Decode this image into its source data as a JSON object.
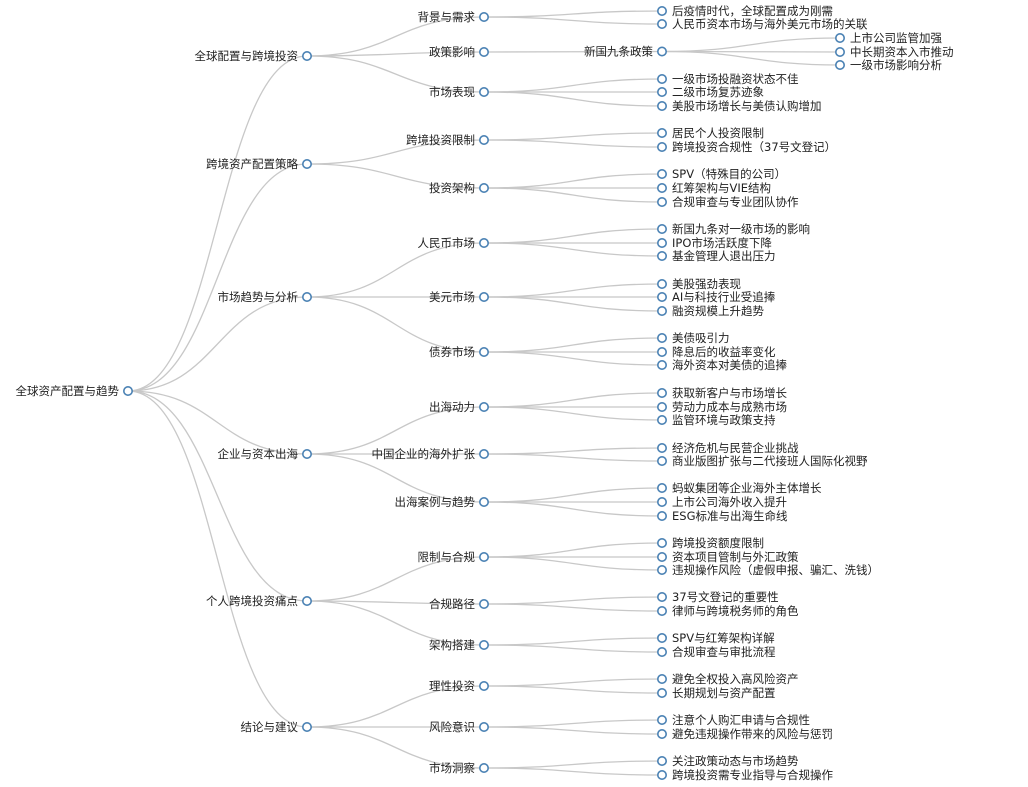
{
  "mindmap": {
    "root": {
      "label": "全球资产配置与趋势",
      "children": [
        {
          "label": "全球配置与跨境投资",
          "children": [
            {
              "label": "背景与需求",
              "children": [
                {
                  "label": "后疫情时代，全球配置成为刚需"
                },
                {
                  "label": "人民币资本市场与海外美元市场的关联"
                }
              ]
            },
            {
              "label": "政策影响",
              "children": [
                {
                  "label": "新国九条政策",
                  "children": [
                    {
                      "label": "上市公司监管加强"
                    },
                    {
                      "label": "中长期资本入市推动"
                    },
                    {
                      "label": "一级市场影响分析"
                    }
                  ]
                }
              ]
            },
            {
              "label": "市场表现",
              "children": [
                {
                  "label": "一级市场投融资状态不佳"
                },
                {
                  "label": "二级市场复苏迹象"
                },
                {
                  "label": "美股市场增长与美债认购增加"
                }
              ]
            }
          ]
        },
        {
          "label": "跨境资产配置策略",
          "children": [
            {
              "label": "跨境投资限制",
              "children": [
                {
                  "label": "居民个人投资限制"
                },
                {
                  "label": "跨境投资合规性（37号文登记）"
                }
              ]
            },
            {
              "label": "投资架构",
              "children": [
                {
                  "label": "SPV（特殊目的公司）"
                },
                {
                  "label": "红筹架构与VIE结构"
                },
                {
                  "label": "合规审查与专业团队协作"
                }
              ]
            }
          ]
        },
        {
          "label": "市场趋势与分析",
          "children": [
            {
              "label": "人民币市场",
              "children": [
                {
                  "label": "新国九条对一级市场的影响"
                },
                {
                  "label": "IPO市场活跃度下降"
                },
                {
                  "label": "基金管理人退出压力"
                }
              ]
            },
            {
              "label": "美元市场",
              "children": [
                {
                  "label": "美股强劲表现"
                },
                {
                  "label": "AI与科技行业受追捧"
                },
                {
                  "label": "融资规模上升趋势"
                }
              ]
            },
            {
              "label": "债券市场",
              "children": [
                {
                  "label": "美债吸引力"
                },
                {
                  "label": "降息后的收益率变化"
                },
                {
                  "label": "海外资本对美债的追捧"
                }
              ]
            }
          ]
        },
        {
          "label": "企业与资本出海",
          "children": [
            {
              "label": "出海动力",
              "children": [
                {
                  "label": "获取新客户与市场增长"
                },
                {
                  "label": "劳动力成本与成熟市场"
                },
                {
                  "label": "监管环境与政策支持"
                }
              ]
            },
            {
              "label": "中国企业的海外扩张",
              "children": [
                {
                  "label": "经济危机与民营企业挑战"
                },
                {
                  "label": "商业版图扩张与二代接班人国际化视野"
                }
              ]
            },
            {
              "label": "出海案例与趋势",
              "children": [
                {
                  "label": "蚂蚁集团等企业海外主体增长"
                },
                {
                  "label": "上市公司海外收入提升"
                },
                {
                  "label": "ESG标准与出海生命线"
                }
              ]
            }
          ]
        },
        {
          "label": "个人跨境投资痛点",
          "children": [
            {
              "label": "限制与合规",
              "children": [
                {
                  "label": "跨境投资额度限制"
                },
                {
                  "label": "资本项目管制与外汇政策"
                },
                {
                  "label": "违规操作风险（虚假申报、骗汇、洗钱）"
                }
              ]
            },
            {
              "label": "合规路径",
              "children": [
                {
                  "label": "37号文登记的重要性"
                },
                {
                  "label": "律师与跨境税务师的角色"
                }
              ]
            },
            {
              "label": "架构搭建",
              "children": [
                {
                  "label": "SPV与红筹架构详解"
                },
                {
                  "label": "合规审查与审批流程"
                }
              ]
            }
          ]
        },
        {
          "label": "结论与建议",
          "children": [
            {
              "label": "理性投资",
              "children": [
                {
                  "label": "避免全权投入高风险资产"
                },
                {
                  "label": "长期规划与资产配置"
                }
              ]
            },
            {
              "label": "风险意识",
              "children": [
                {
                  "label": "注意个人购汇申请与合规性"
                },
                {
                  "label": "避免违规操作带来的风险与惩罚"
                }
              ]
            },
            {
              "label": "市场洞察",
              "children": [
                {
                  "label": "关注政策动态与市场趋势"
                },
                {
                  "label": "跨境投资需专业指导与合规操作"
                }
              ]
            }
          ]
        }
      ]
    }
  },
  "colors": {
    "node_stroke": "#4b82b4",
    "link": "#c8c8c8",
    "text": "#222222"
  }
}
